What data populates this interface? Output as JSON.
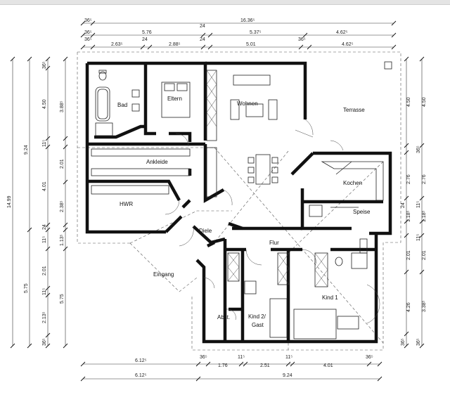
{
  "rooms": {
    "bad": "Bad",
    "eltern": "Eltern",
    "wohnen": "Wohnen",
    "terrasse": "Terrasse",
    "ankleide": "Ankleide",
    "hwr": "HWR",
    "kochen": "Kochen",
    "speise": "Speise",
    "diele": "Diele",
    "flur": "Flur",
    "eingang": "Eingang",
    "kind1": "Kind 1",
    "kind2_line1": "Kind 2/",
    "kind2_line2": "Gast",
    "abst": "Abst."
  },
  "dims": {
    "top1": [
      "36⁵",
      "16.36⁵"
    ],
    "top2": [
      "36⁵",
      "5.76",
      "24",
      "5.37⁵",
      "4.62⁵"
    ],
    "top3": [
      "36⁵",
      "2.63⁵",
      "24",
      "2.88⁵",
      "24",
      "5.01",
      "36⁵",
      "4.62⁵"
    ],
    "left_outer": [
      "14.99"
    ],
    "left_mid": [
      "9.24",
      "5.75"
    ],
    "left_inner": [
      "36⁵",
      "4.50",
      "11⁵",
      "4.01",
      "24",
      "11⁵",
      "2.01",
      "11⁵",
      "2.13⁵",
      "36⁵"
    ],
    "left_innermost": [
      "3.88⁵",
      "2.01",
      "2.38⁵",
      "1.13⁵",
      "5.75"
    ],
    "right_outer": [
      "4.50",
      "2.76",
      "24",
      "1.18⁵",
      "2.01",
      "4.26",
      "36⁵"
    ],
    "right_inner": [
      "4.50",
      "36⁵",
      "2.76",
      "11⁵",
      "1.18⁵",
      "11⁵",
      "2.01",
      "3.38⁵",
      "36⁵"
    ],
    "bottom1": [
      "6.12⁵",
      "36⁵",
      "1.76",
      "11⁵",
      "2.51",
      "11⁵",
      "4.01",
      "36⁵"
    ],
    "bottom2": [
      "6.12⁵",
      "9.24"
    ]
  }
}
